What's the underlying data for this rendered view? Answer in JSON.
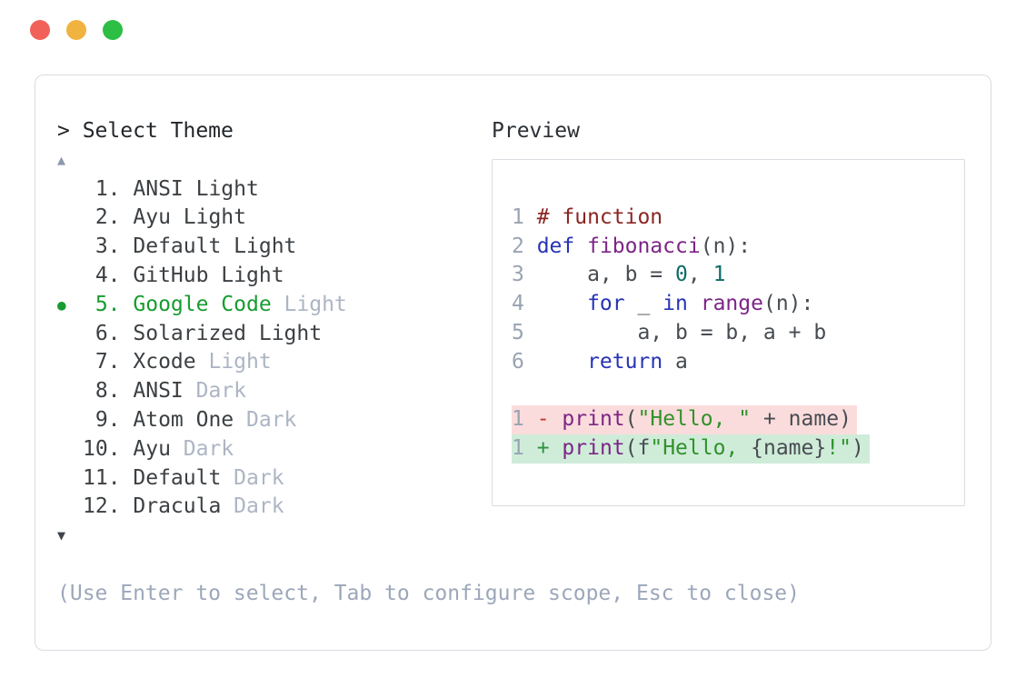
{
  "window": {
    "controls": [
      {
        "name": "close",
        "color": "#f2605a"
      },
      {
        "name": "minimize",
        "color": "#f1b340"
      },
      {
        "name": "maximize",
        "color": "#2cbe45"
      }
    ],
    "border_color": "#d8dbe0"
  },
  "picker": {
    "prompt": ">",
    "title": "Select Theme",
    "scroll_up_icon": "▲",
    "scroll_down_icon": "▼",
    "selected_bullet_icon": "●",
    "selected_color": "#179c2f",
    "muted_color": "#adb5c4",
    "items": [
      {
        "number": "1.",
        "name": "ANSI Light",
        "variant": "",
        "selected": false
      },
      {
        "number": "2.",
        "name": "Ayu Light",
        "variant": "",
        "selected": false
      },
      {
        "number": "3.",
        "name": "Default Light",
        "variant": "",
        "selected": false
      },
      {
        "number": "4.",
        "name": "GitHub Light",
        "variant": "",
        "selected": false
      },
      {
        "number": "5.",
        "name": "Google Code",
        "variant": "Light",
        "selected": true
      },
      {
        "number": "6.",
        "name": "Solarized Light",
        "variant": "",
        "selected": false
      },
      {
        "number": "7.",
        "name": "Xcode",
        "variant": "Light",
        "selected": false
      },
      {
        "number": "8.",
        "name": "ANSI",
        "variant": "Dark",
        "selected": false
      },
      {
        "number": "9.",
        "name": "Atom One",
        "variant": "Dark",
        "selected": false
      },
      {
        "number": "10.",
        "name": "Ayu",
        "variant": "Dark",
        "selected": false
      },
      {
        "number": "11.",
        "name": "Default",
        "variant": "Dark",
        "selected": false
      },
      {
        "number": "12.",
        "name": "Dracula",
        "variant": "Dark",
        "selected": false
      }
    ],
    "hint": "(Use Enter to select, Tab to configure scope, Esc to close)"
  },
  "preview": {
    "label": "Preview",
    "syntax_colors": {
      "plain": "#474c51",
      "keyword": "#2733b6",
      "function": "#7c2586",
      "string": "#31912b",
      "comment": "#8a2622",
      "number": "#0d6c68",
      "line_number": "#99a3b2",
      "diff_deleted_marker": "#c4352b",
      "diff_inserted_marker": "#2f9140",
      "diff_deleted_bg": "#fadcdc",
      "diff_inserted_bg": "#cfecd9"
    },
    "code_lines": [
      {
        "num": "1",
        "diff": "",
        "tokens": [
          {
            "t": "# function",
            "c": "com"
          }
        ]
      },
      {
        "num": "2",
        "diff": "",
        "tokens": [
          {
            "t": "def",
            "c": "kw"
          },
          {
            "t": " ",
            "c": "pln"
          },
          {
            "t": "fibonacci",
            "c": "fn"
          },
          {
            "t": "(n):",
            "c": "pln"
          }
        ]
      },
      {
        "num": "3",
        "diff": "",
        "tokens": [
          {
            "t": "    a, b = ",
            "c": "pln"
          },
          {
            "t": "0",
            "c": "num"
          },
          {
            "t": ", ",
            "c": "pln"
          },
          {
            "t": "1",
            "c": "num"
          }
        ]
      },
      {
        "num": "4",
        "diff": "",
        "tokens": [
          {
            "t": "    ",
            "c": "pln"
          },
          {
            "t": "for",
            "c": "kw"
          },
          {
            "t": " _ ",
            "c": "pln"
          },
          {
            "t": "in",
            "c": "kw"
          },
          {
            "t": " ",
            "c": "pln"
          },
          {
            "t": "range",
            "c": "fn"
          },
          {
            "t": "(n):",
            "c": "pln"
          }
        ]
      },
      {
        "num": "5",
        "diff": "",
        "tokens": [
          {
            "t": "        a, b = b, a + b",
            "c": "pln"
          }
        ]
      },
      {
        "num": "6",
        "diff": "",
        "tokens": [
          {
            "t": "    ",
            "c": "pln"
          },
          {
            "t": "return",
            "c": "kw"
          },
          {
            "t": " a",
            "c": "pln"
          }
        ]
      },
      {
        "num": "",
        "diff": "",
        "tokens": []
      },
      {
        "num": "1",
        "diff": "del",
        "tokens": [
          {
            "t": "-",
            "c": "del"
          },
          {
            "t": " ",
            "c": "pln"
          },
          {
            "t": "print",
            "c": "fn"
          },
          {
            "t": "(",
            "c": "pln"
          },
          {
            "t": "\"Hello, \"",
            "c": "str"
          },
          {
            "t": " + name)",
            "c": "pln"
          }
        ]
      },
      {
        "num": "1",
        "diff": "ins",
        "tokens": [
          {
            "t": "+",
            "c": "ins"
          },
          {
            "t": " ",
            "c": "pln"
          },
          {
            "t": "print",
            "c": "fn"
          },
          {
            "t": "(f",
            "c": "pln"
          },
          {
            "t": "\"Hello, ",
            "c": "str"
          },
          {
            "t": "{name}",
            "c": "pln"
          },
          {
            "t": "!\"",
            "c": "str"
          },
          {
            "t": ")",
            "c": "pln"
          }
        ]
      }
    ]
  }
}
